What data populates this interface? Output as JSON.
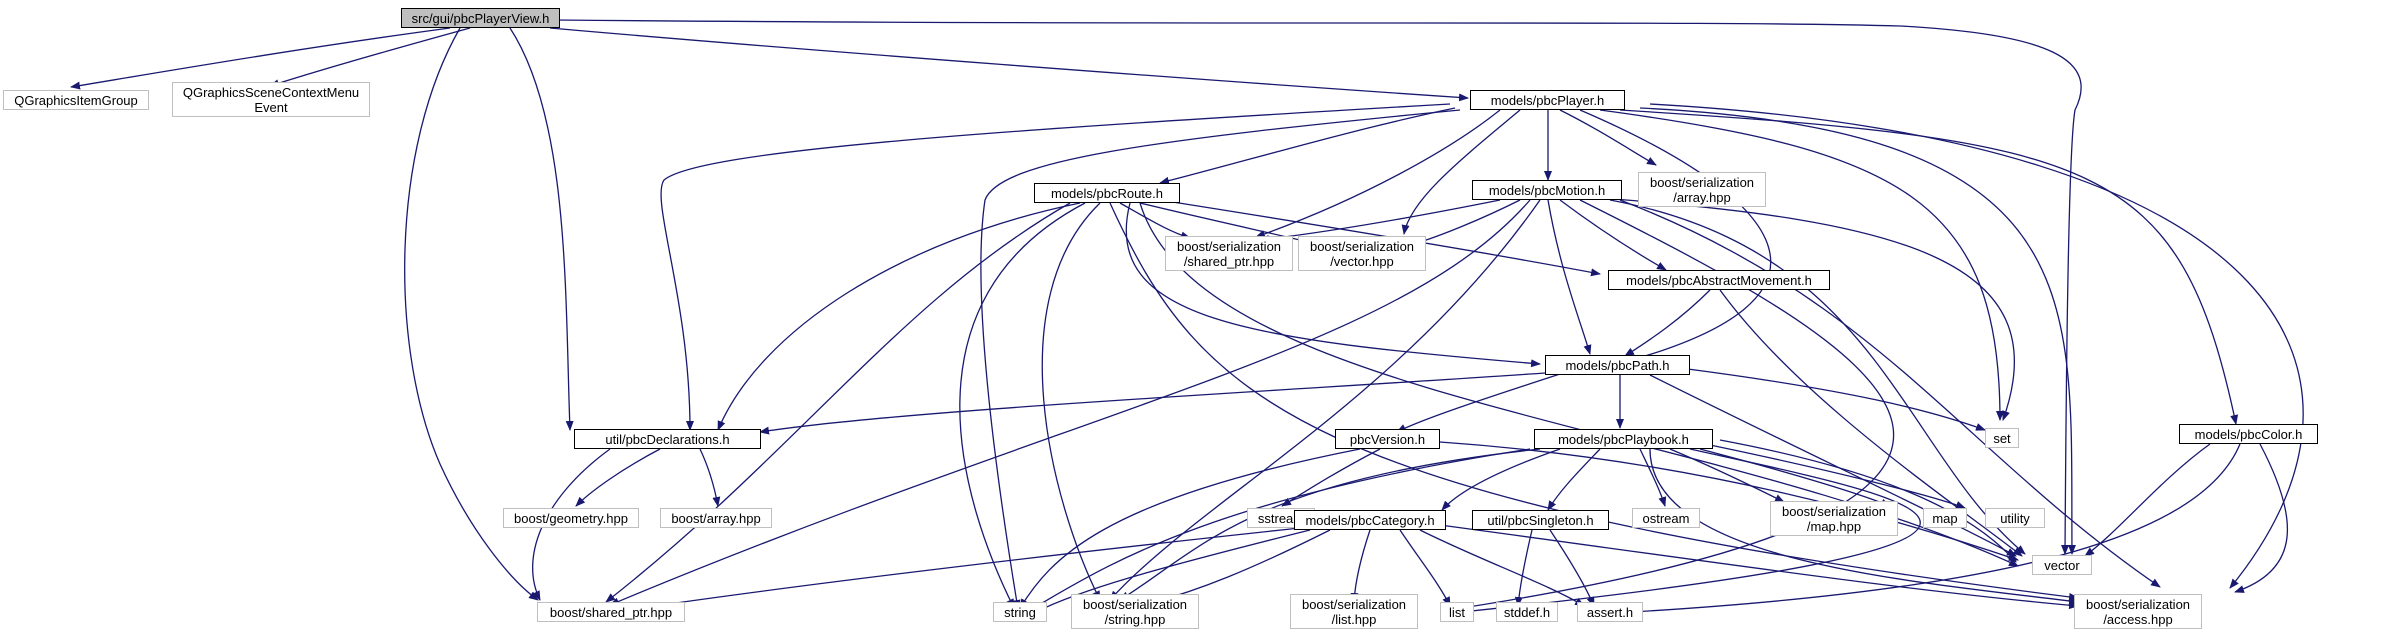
{
  "diagram": {
    "title": "",
    "colors": {
      "edge": "#191970",
      "local_border": "#000000",
      "external_border": "#bfbfbf",
      "root_fill": "#bfbfbf"
    },
    "nodes": [
      {
        "id": "root",
        "label": "src/gui/pbcPlayerView.h",
        "kind": "root"
      },
      {
        "id": "qgig",
        "label": "QGraphicsItemGroup",
        "kind": "external"
      },
      {
        "id": "qgscme",
        "label": "QGraphicsSceneContextMenu\nEvent",
        "kind": "external"
      },
      {
        "id": "player",
        "label": "models/pbcPlayer.h",
        "kind": "local"
      },
      {
        "id": "route",
        "label": "models/pbcRoute.h",
        "kind": "local"
      },
      {
        "id": "motion",
        "label": "models/pbcMotion.h",
        "kind": "local"
      },
      {
        "id": "bsarray",
        "label": "boost/serialization\n/array.hpp",
        "kind": "external"
      },
      {
        "id": "bsshptr",
        "label": "boost/serialization\n/shared_ptr.hpp",
        "kind": "external"
      },
      {
        "id": "bsvector",
        "label": "boost/serialization\n/vector.hpp",
        "kind": "external"
      },
      {
        "id": "absmove",
        "label": "models/pbcAbstractMovement.h",
        "kind": "local"
      },
      {
        "id": "path",
        "label": "models/pbcPath.h",
        "kind": "local"
      },
      {
        "id": "set",
        "label": "set",
        "kind": "external"
      },
      {
        "id": "decl",
        "label": "util/pbcDeclarations.h",
        "kind": "local"
      },
      {
        "id": "version",
        "label": "pbcVersion.h",
        "kind": "local"
      },
      {
        "id": "playbook",
        "label": "models/pbcPlaybook.h",
        "kind": "local"
      },
      {
        "id": "color",
        "label": "models/pbcColor.h",
        "kind": "local"
      },
      {
        "id": "geometry",
        "label": "boost/geometry.hpp",
        "kind": "external"
      },
      {
        "id": "barray",
        "label": "boost/array.hpp",
        "kind": "external"
      },
      {
        "id": "sstream",
        "label": "sstream",
        "kind": "external"
      },
      {
        "id": "category",
        "label": "models/pbcCategory.h",
        "kind": "local"
      },
      {
        "id": "singleton",
        "label": "util/pbcSingleton.h",
        "kind": "local"
      },
      {
        "id": "ostream",
        "label": "ostream",
        "kind": "external"
      },
      {
        "id": "bsmap",
        "label": "boost/serialization\n/map.hpp",
        "kind": "external"
      },
      {
        "id": "map",
        "label": "map",
        "kind": "external"
      },
      {
        "id": "utility",
        "label": "utility",
        "kind": "external"
      },
      {
        "id": "vector",
        "label": "vector",
        "kind": "external"
      },
      {
        "id": "bshptr",
        "label": "boost/shared_ptr.hpp",
        "kind": "external"
      },
      {
        "id": "string",
        "label": "string",
        "kind": "external"
      },
      {
        "id": "bsstring",
        "label": "boost/serialization\n/string.hpp",
        "kind": "external"
      },
      {
        "id": "bslist",
        "label": "boost/serialization\n/list.hpp",
        "kind": "external"
      },
      {
        "id": "list",
        "label": "list",
        "kind": "external"
      },
      {
        "id": "stddef",
        "label": "stddef.h",
        "kind": "external"
      },
      {
        "id": "assert",
        "label": "assert.h",
        "kind": "external"
      },
      {
        "id": "bsaccess",
        "label": "boost/serialization\n/access.hpp",
        "kind": "external"
      }
    ]
  }
}
